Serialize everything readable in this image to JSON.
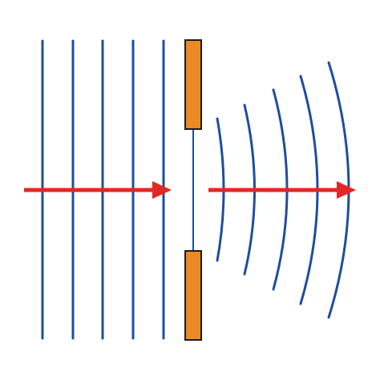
{
  "diagram": {
    "type": "wave-diffraction-single-slit",
    "incident_wavefronts": {
      "count": 5,
      "shape": "straight"
    },
    "diffracted_wavefronts": {
      "count": 5,
      "shape": "curved"
    },
    "barrier": {
      "segments": 2,
      "has_slit": true
    },
    "arrows": {
      "count": 2,
      "direction": "right"
    }
  },
  "colors": {
    "wavefront": "#1f4e9c",
    "barrier_fill": "#e98a24",
    "barrier_stroke": "#1a1a1a",
    "slit_line": "#1f4e9c",
    "arrow": "#e32626",
    "background": "#ffffff"
  }
}
